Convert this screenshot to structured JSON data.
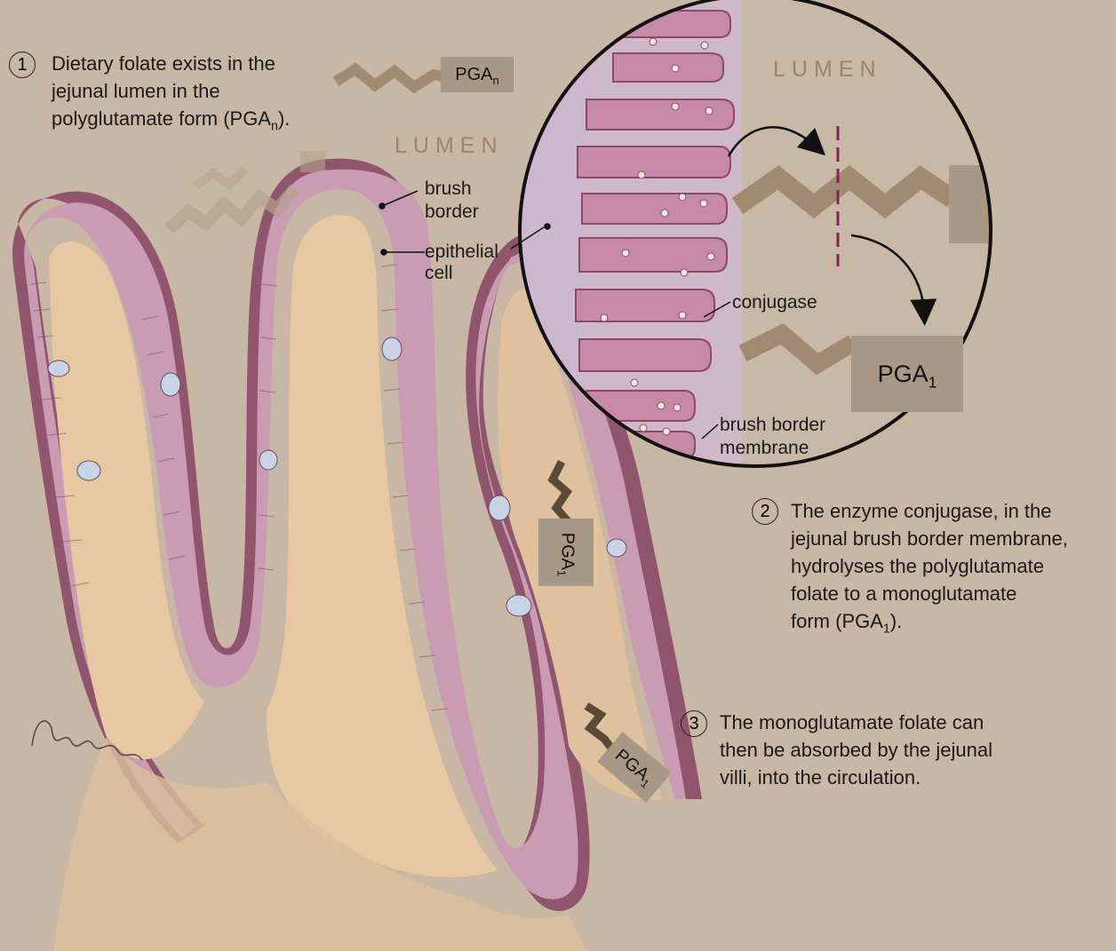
{
  "steps": [
    {
      "number": "1",
      "text_lines": [
        "Dietary folate exists in the",
        "jejunal lumen in the",
        "polyglutamate form (PGA"
      ],
      "sub": "n",
      "tail": ")."
    },
    {
      "number": "2",
      "text_lines": [
        "The enzyme conjugase, in the",
        "jejunal brush border membrane,",
        "hydrolyses the polyglutamate",
        "folate to a monoglutamate",
        "form (PGA"
      ],
      "sub": "1",
      "tail": ")."
    },
    {
      "number": "3",
      "text_lines": [
        "The monoglutamate folate can",
        "then be absorbed by the jejunal",
        "villi, into the circulation."
      ]
    }
  ],
  "labels": {
    "lumen_main": "LUMEN",
    "lumen_inset": "LUMEN",
    "brush_border": [
      "brush",
      "border"
    ],
    "epithelial_cell": [
      "epithelial",
      "cell"
    ],
    "conjugase": "conjugase",
    "brush_border_membrane": [
      "brush border",
      "membrane"
    ]
  },
  "tags": {
    "pga_n": {
      "base": "PGA",
      "sub": "n"
    },
    "pga_1_inset": {
      "base": "PGA",
      "sub": "1"
    },
    "pga_1_vertical": {
      "base": "PGA",
      "sub": "1"
    },
    "pga_1_lower": {
      "base": "PGA",
      "sub": "1"
    }
  },
  "colors": {
    "background": "#c8b8a6",
    "villus_core": "#e7c8a2",
    "epithelium": "#c99cb4",
    "membrane": "#8a4a66",
    "folate_chain": "#a08a72",
    "cut_line": "#8b1f5c"
  }
}
